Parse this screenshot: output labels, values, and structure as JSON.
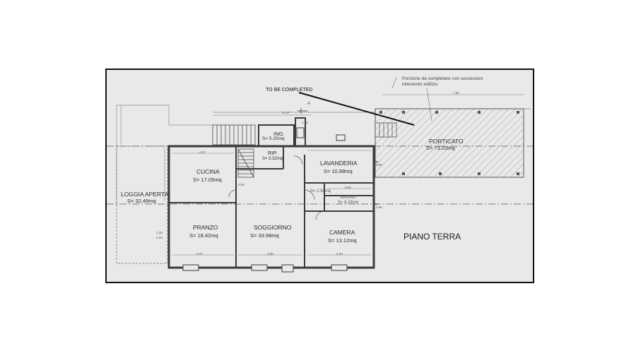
{
  "annotation": {
    "to_be_completed": "TO BE COMPLETED",
    "portion_note": "Porzione da completare con successivo intervento edilizio"
  },
  "title": "PIANO TERRA",
  "rooms": [
    {
      "name": "CUCINA",
      "area": "S= 17.05mq"
    },
    {
      "name": "PRANZO",
      "area": "S= 18.42mq"
    },
    {
      "name": "SOGGIORNO",
      "area": "S= 33.98mq"
    },
    {
      "name": "LAVANDERIA",
      "area": "S= 10.88mq"
    },
    {
      "name": "BAGNO",
      "area": "S= 6.24mq"
    },
    {
      "name": "CAMERA",
      "area": "S= 13.12mq"
    },
    {
      "name": "ING.",
      "area": "S= 5.25mq"
    },
    {
      "name": "RIP.",
      "area": "S= 3.32mq"
    },
    {
      "name": "LOGGIA APERTA",
      "area": "S= 32.48mq"
    },
    {
      "name": "PORTICATO",
      "area": "S= 73.20mq"
    }
  ],
  "corridor_area": "S= 2.50mq",
  "dimensions": [
    "4.57",
    "4.57",
    "4.80",
    "4.30",
    "3.00",
    "11.47",
    "7.00",
    "1.60",
    "0.90",
    "0.50",
    "2.20",
    "1.20",
    "2.65"
  ],
  "section_mark": "A",
  "colors": {
    "paper": "#e9e9e7",
    "line": "#3a3a3a",
    "hatch": "#9a9a9a",
    "frame": "#111111"
  }
}
